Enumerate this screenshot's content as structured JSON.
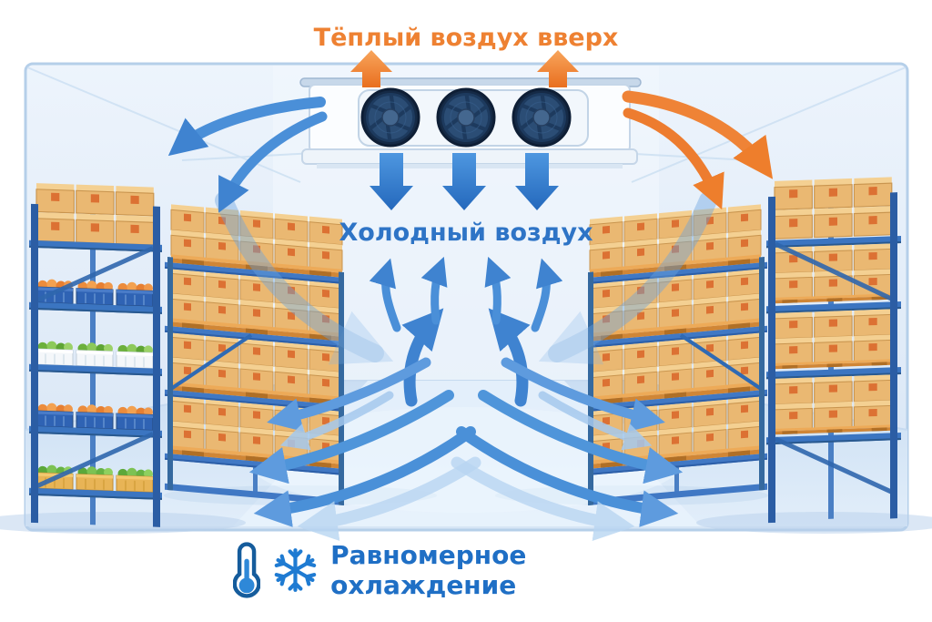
{
  "labels": {
    "warm_air_top": "Тёплый воздух вверх",
    "cold_air": "Холодный воздух",
    "caption": "Равномерное охлаждение"
  },
  "colors": {
    "warm_accent": "#EE8132",
    "cold_accent": "#2E74C6",
    "caption_blue": "#1F6FC5",
    "arrow_blue": "#4A8FD8",
    "arrow_orange": "#EF8336",
    "rack_blue": "#3A72BC",
    "box_tan": "#EAB872",
    "wall_blue": "#E3EDF9",
    "floor_blue": "#D3E2F4"
  },
  "icons": [
    {
      "name": "thermometer-icon",
      "meaning": "temperature"
    },
    {
      "name": "snowflake-icon",
      "meaning": "cooling"
    },
    {
      "name": "fan-icon",
      "meaning": "evaporator fan"
    }
  ],
  "scene_facts": {
    "fan_count": 3,
    "warm_up_arrows": 2,
    "cold_down_arrows": 3
  }
}
